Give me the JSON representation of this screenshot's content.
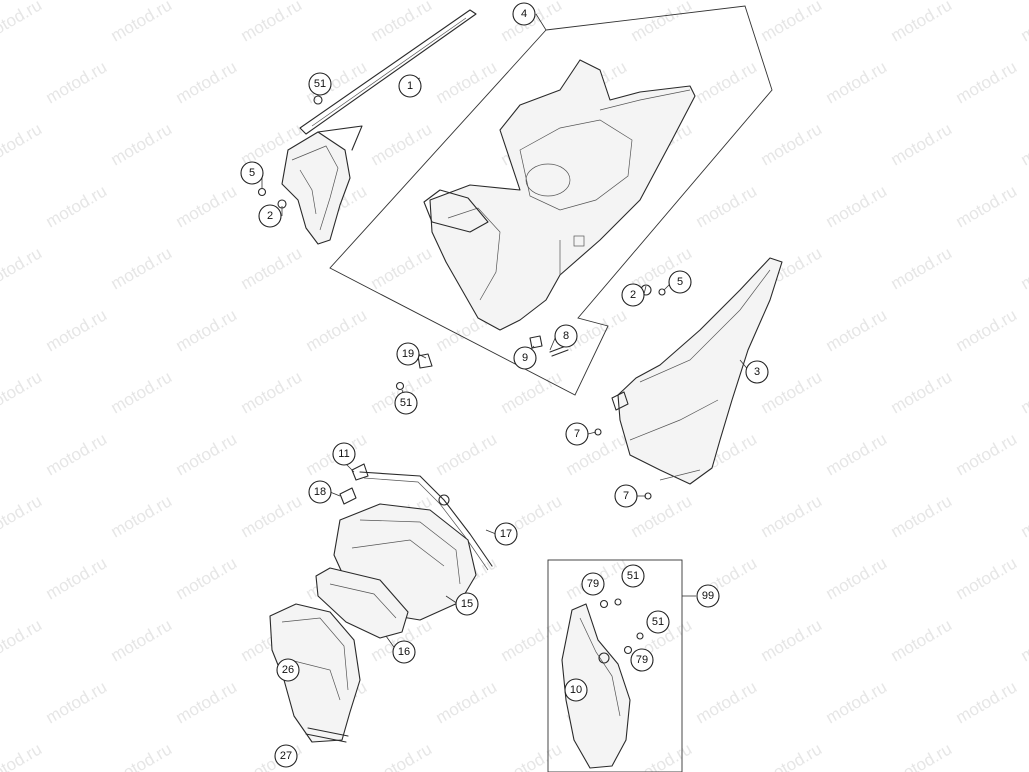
{
  "watermark": "motod.ru",
  "callouts": [
    "1",
    "2",
    "2",
    "3",
    "4",
    "5",
    "5",
    "7",
    "7",
    "8",
    "9",
    "10",
    "11",
    "15",
    "16",
    "17",
    "18",
    "19",
    "26",
    "27",
    "51",
    "51",
    "51",
    "51",
    "79",
    "79",
    "99"
  ]
}
